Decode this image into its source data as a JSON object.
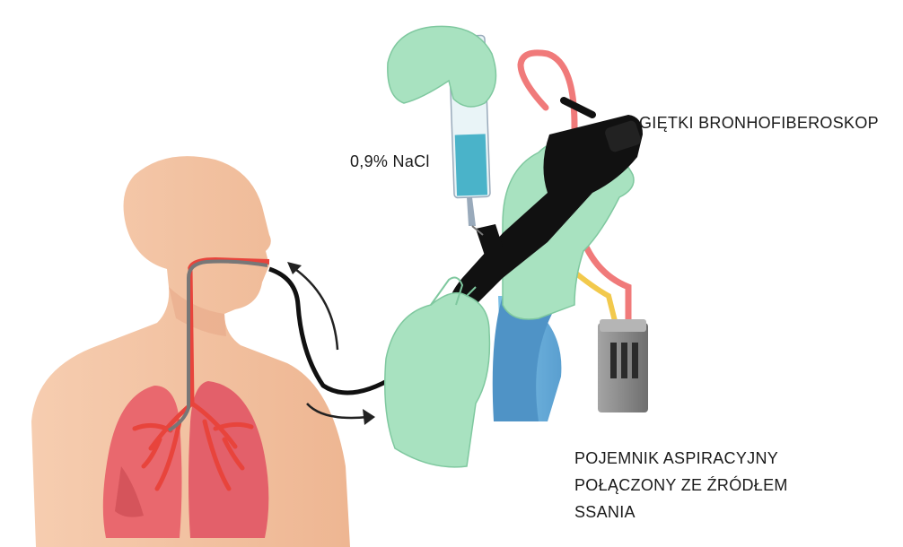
{
  "labels": {
    "saline": "0,9% NaCl",
    "bronchoscope": "GIĘTKI BRONHOFIBEROSKOP",
    "container_line1": "POJEMNIK ASPIRACYJNY",
    "container_line2": "POŁĄCZONY ZE ŹRÓDŁEM",
    "container_line3": "SSANIA"
  },
  "colors": {
    "skin": "#f4c6a6",
    "skin_shade": "#e8a988",
    "lung": "#e9686e",
    "lung_dark": "#c8474f",
    "airway": "#e8443c",
    "glove": "#a8e2c0",
    "glove_shade": "#7fc89f",
    "gown": "#6fb2de",
    "scope": "#111111",
    "tube_red": "#f07a7a",
    "tube_yellow": "#f2c94c",
    "saline": "#4ab3c9",
    "container": "#8c8c8c"
  },
  "icons": {
    "arrow_out": "curved-arrow-out-icon",
    "arrow_in": "curved-arrow-in-icon"
  }
}
